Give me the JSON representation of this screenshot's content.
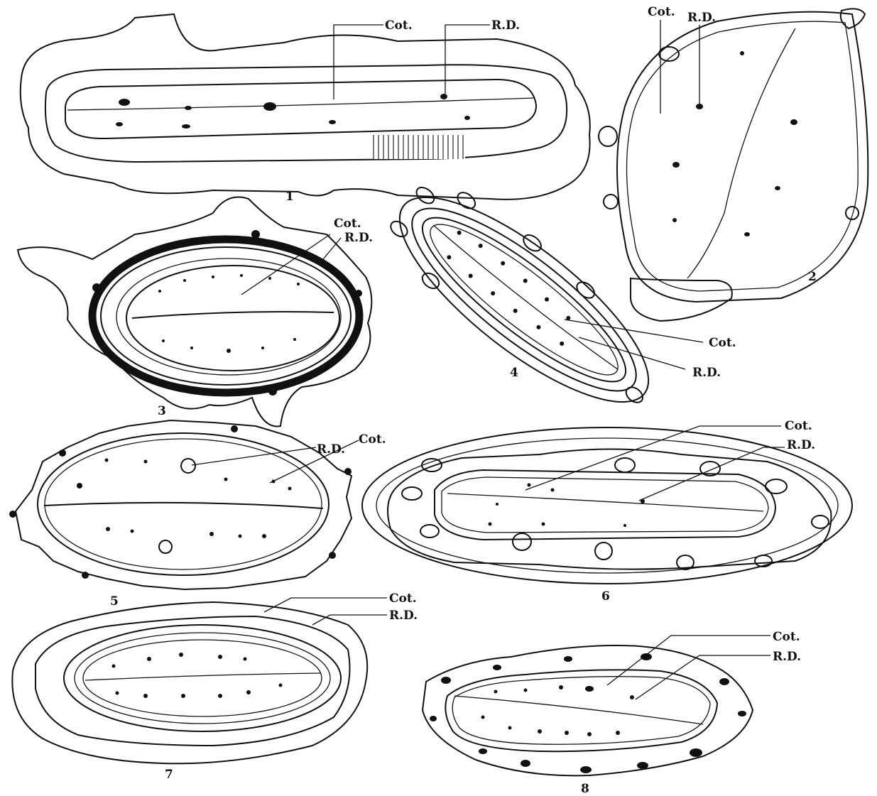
{
  "plate": {
    "panels": [
      {
        "number": "1",
        "labels": {
          "cotyledon": "Cot.",
          "radicle": "R.D."
        }
      },
      {
        "number": "2",
        "labels": {
          "cotyledon": "Cot.",
          "radicle": "R.D."
        }
      },
      {
        "number": "3",
        "labels": {
          "cotyledon": "Cot.",
          "radicle": "R.D."
        }
      },
      {
        "number": "4",
        "labels": {
          "cotyledon": "Cot.",
          "radicle": "R.D."
        }
      },
      {
        "number": "5",
        "labels": {
          "cotyledon": "Cot.",
          "radicle": "R.D."
        }
      },
      {
        "number": "6",
        "labels": {
          "cotyledon": "Cot.",
          "radicle": "R.D."
        }
      },
      {
        "number": "7",
        "labels": {
          "cotyledon": "Cot.",
          "radicle": "R.D."
        }
      },
      {
        "number": "8",
        "labels": {
          "cotyledon": "Cot.",
          "radicle": "R.D."
        }
      }
    ]
  },
  "colors": {
    "ink": "#111111",
    "paper": "#ffffff"
  },
  "icons": {
    "hatch": "diagonal-hatch",
    "palisade": "vertical-stripes",
    "crosshatch": "cross-hatch",
    "stipple": "stipple-dots"
  }
}
